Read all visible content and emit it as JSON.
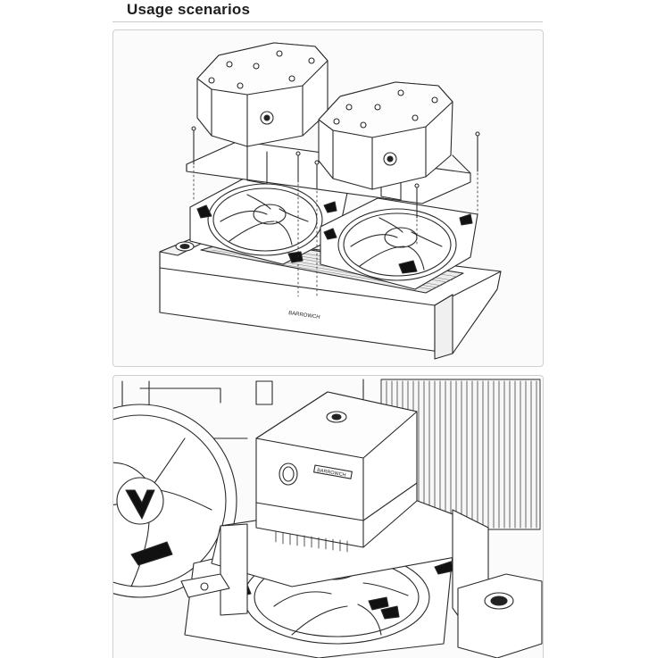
{
  "section": {
    "title": "Usage scenarios"
  },
  "product": {
    "brand_label": "BARROWCH"
  },
  "figures": [
    {
      "name": "exploded-assembly-diagram",
      "icon": "exploded-view-illustration"
    },
    {
      "name": "installed-pump-closeup",
      "icon": "installed-view-illustration"
    }
  ],
  "colors": {
    "line": "#2a2a2a",
    "panel_border": "#cfcfcf",
    "panel_bg": "#fbfbfb",
    "fill_dark": "#111111"
  }
}
